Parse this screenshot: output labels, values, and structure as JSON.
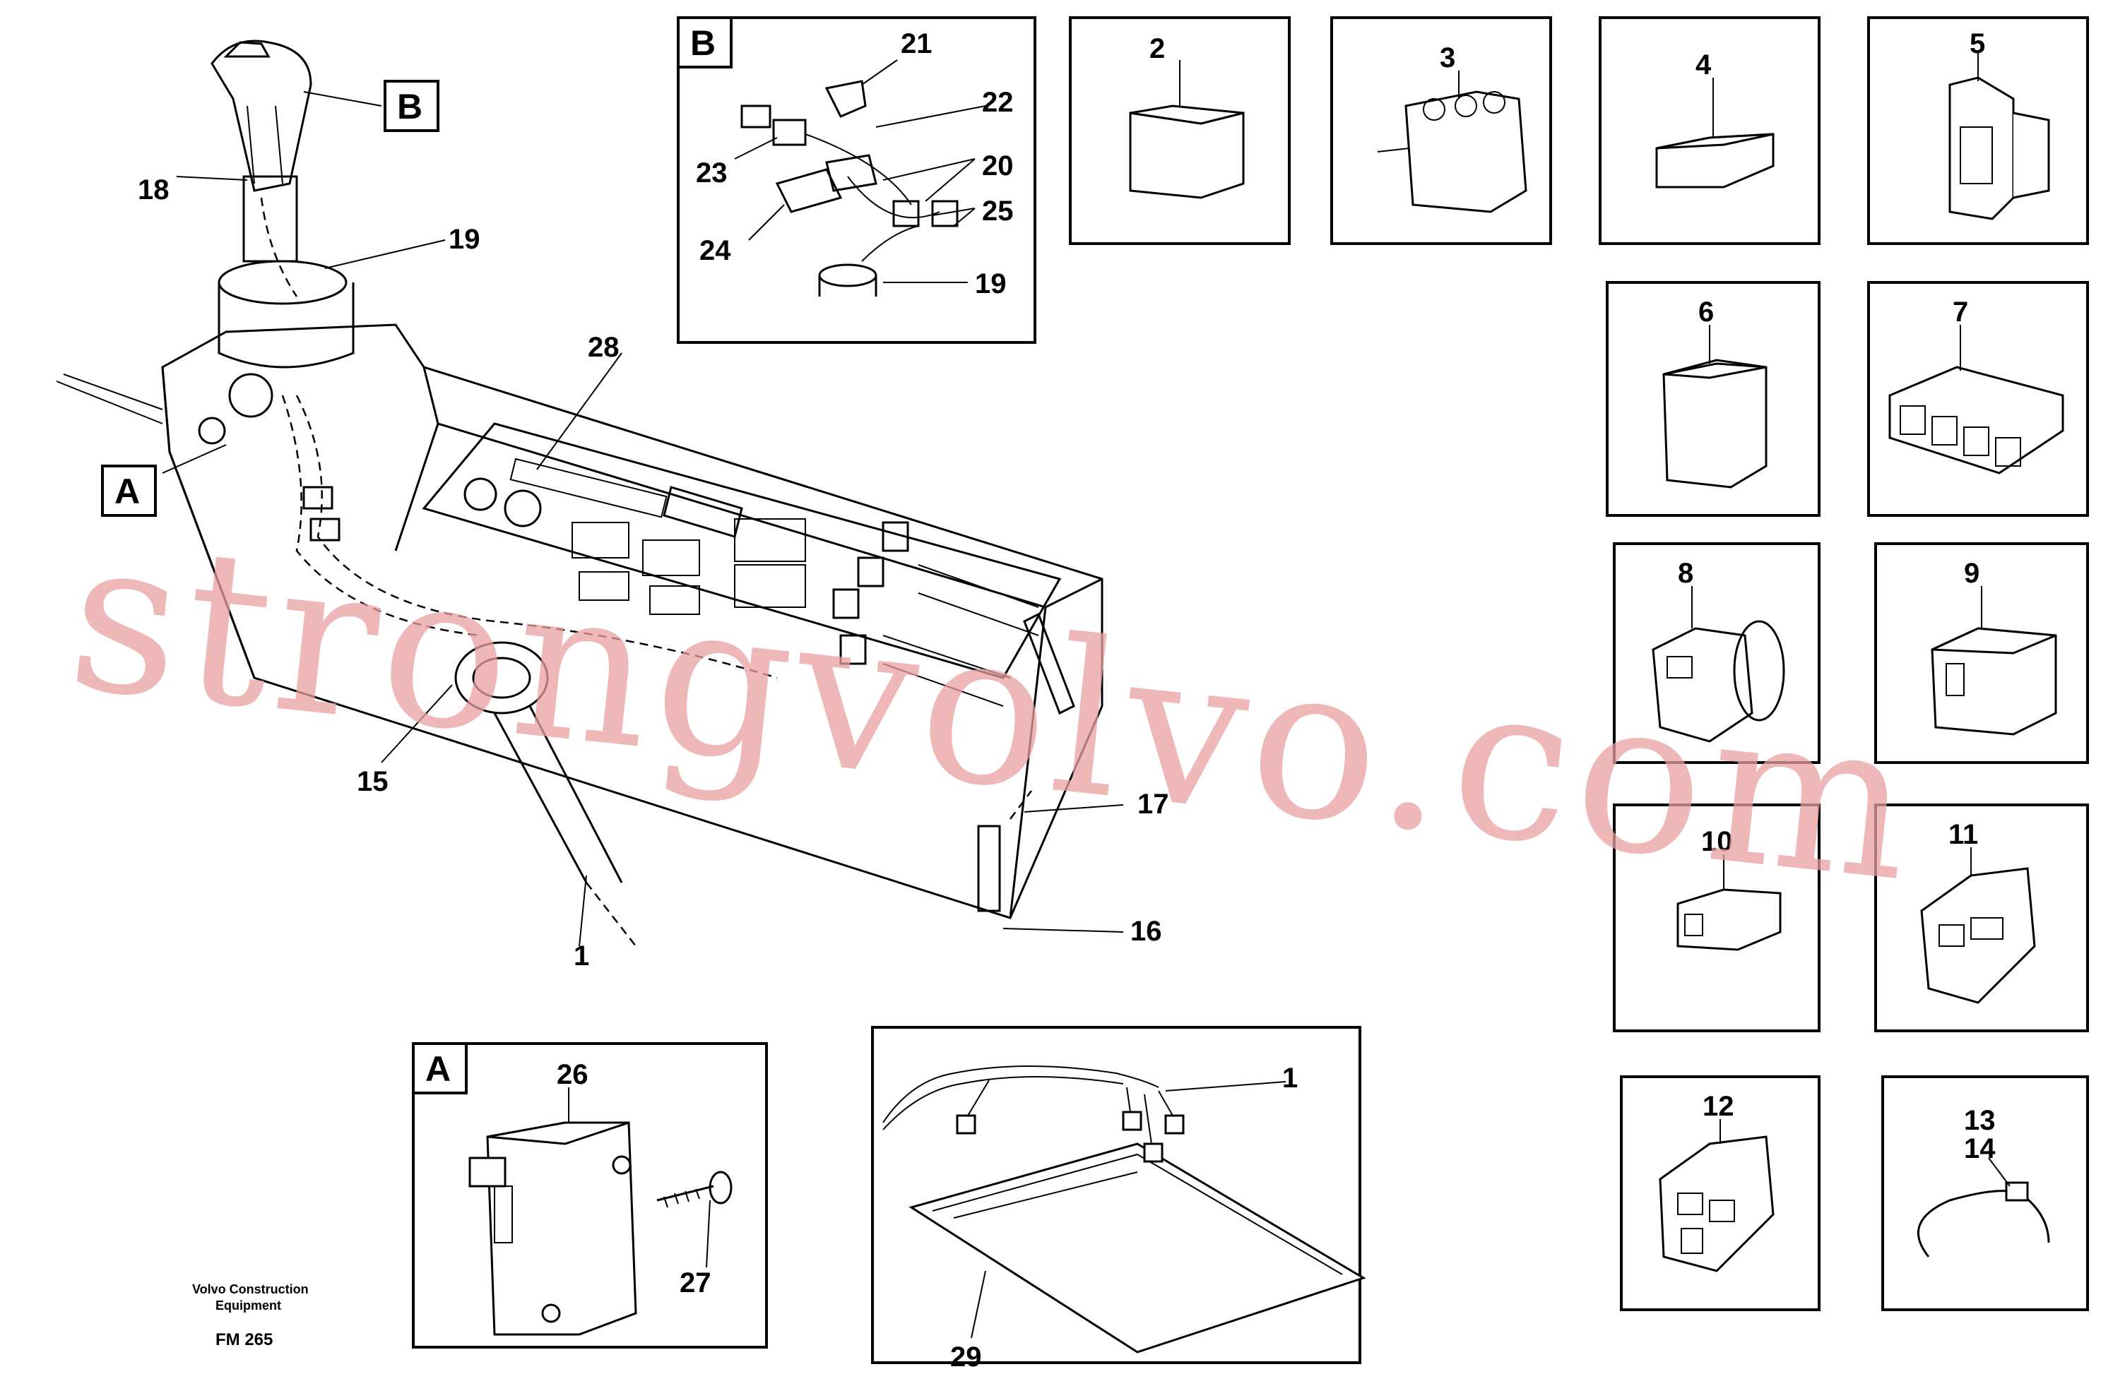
{
  "diagram": {
    "callouts": [
      "18",
      "19",
      "28",
      "15",
      "1",
      "17",
      "16",
      "21",
      "22",
      "23",
      "20",
      "24",
      "25",
      "19",
      "2",
      "3",
      "4",
      "5",
      "6",
      "7",
      "8",
      "9",
      "10",
      "11",
      "12",
      "13",
      "14",
      "26",
      "27",
      "1",
      "29"
    ],
    "badges": [
      "B",
      "A",
      "B",
      "A"
    ],
    "footer": {
      "company_line1": "Volvo Construction",
      "company_line2": "Equipment",
      "code": "FM 265"
    },
    "watermark": "strongvolvo.com"
  }
}
